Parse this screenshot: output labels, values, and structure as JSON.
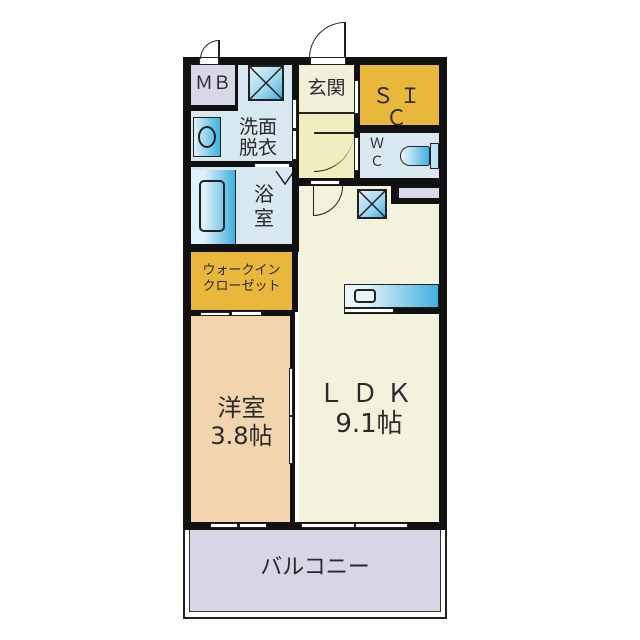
{
  "floorplan": {
    "rooms": {
      "mb": {
        "label": "ＭＢ",
        "color": "#d8d8e8"
      },
      "washroom": {
        "label_line1": "洗面",
        "label_line2": "脱衣",
        "color": "#d8e8f0"
      },
      "entrance": {
        "label": "玄関",
        "color": "#f2f0d8"
      },
      "sic": {
        "label": "ＳＩＣ",
        "color": "#e8b73c"
      },
      "wc": {
        "label_line1": "Ｗ",
        "label_line2": "Ｃ",
        "color": "#d8e8f0"
      },
      "bathroom": {
        "label_line1": "浴",
        "label_line2": "室",
        "color": "#d8e8f0"
      },
      "walk_in_closet": {
        "label_line1": "ウォークイン",
        "label_line2": "クローゼット",
        "color": "#e8b73c"
      },
      "western_room": {
        "label_line1": "洋室",
        "label_line2": "3.8帖",
        "color": "#f3d5ad"
      },
      "ldk": {
        "label_line1": "ＬＤＫ",
        "label_line2": "9.1帖",
        "color": "#f3f2dc"
      },
      "balcony": {
        "label": "バルコニー",
        "color": "#d6d6e6"
      },
      "hall": {
        "color": "#f0eec0"
      }
    },
    "colors": {
      "wall": "#111111",
      "fixture_blue": "#3fb1e0"
    }
  }
}
